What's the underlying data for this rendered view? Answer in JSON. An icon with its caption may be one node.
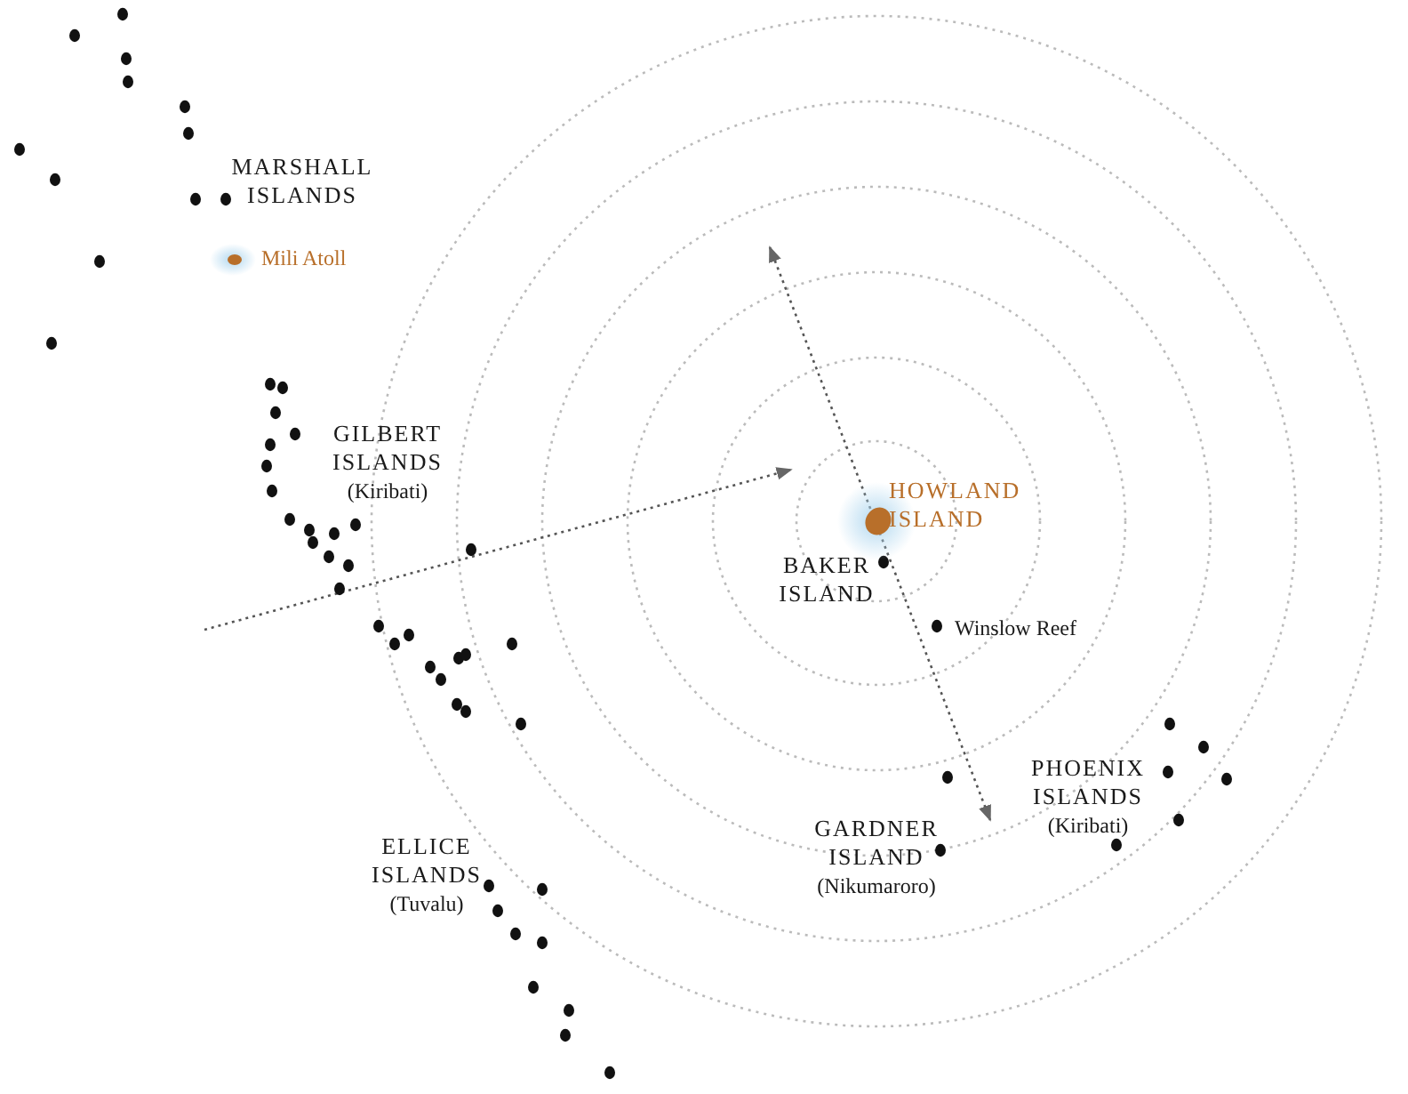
{
  "diagram": {
    "labels": [
      "MARSHALL ISLANDS",
      "Mili Atoll",
      "GILBERT ISLANDS",
      "(Kiribati)",
      "HOWLAND ISLAND",
      "BAKER ISLAND",
      "Winslow Reef",
      "PHOENIX ISLANDS",
      "(Kiribati)",
      "GARDNER ISLAND",
      "(Nikumaroro)",
      "ELLICE ISLANDS",
      "(Tuvalu)"
    ]
  }
}
